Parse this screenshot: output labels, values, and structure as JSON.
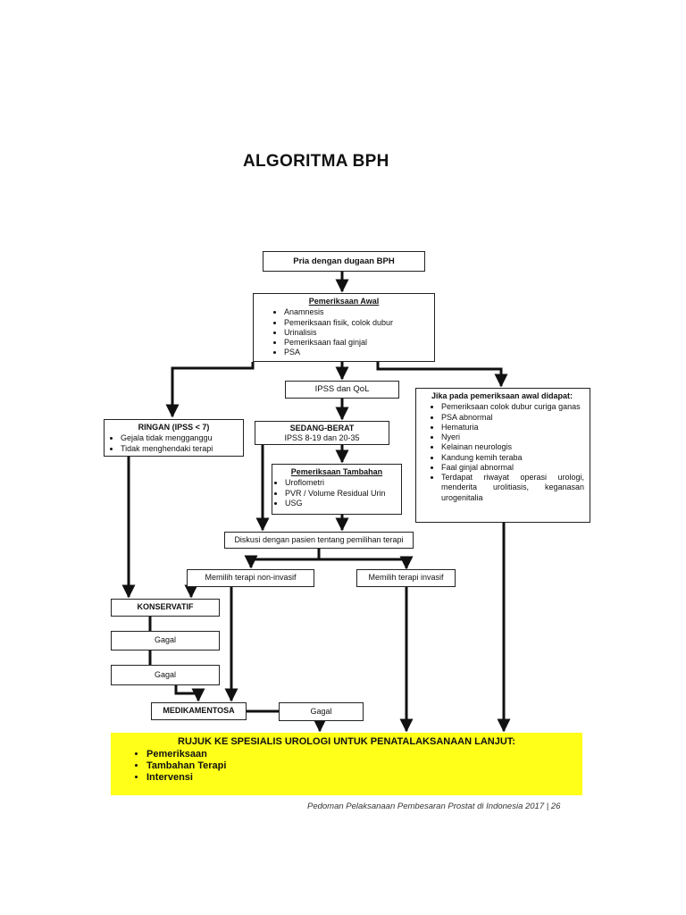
{
  "title": "ALGORITMA BPH",
  "nodes": {
    "start": "Pria dengan dugaan BPH",
    "initial_exam": {
      "title": "Pemeriksaan Awal",
      "items": [
        "Anamnesis",
        "Pemeriksaan fisik, colok dubur",
        "Urinalisis",
        "Pemeriksaan faal ginjal",
        "PSA"
      ]
    },
    "ipss": "IPSS dan QoL",
    "mild": {
      "title": "RINGAN (IPSS < 7)",
      "items": [
        "Gejala tidak mengganggu",
        "Tidak menghendaki terapi"
      ]
    },
    "moderate": {
      "title": "SEDANG-BERAT",
      "subtitle": "IPSS 8-19 dan 20-35"
    },
    "additional_exam": {
      "title": "Pemeriksaan Tambahan",
      "items": [
        "Uroflometri",
        "PVR / Volume Residual Urin",
        "USG"
      ]
    },
    "abnormal": {
      "title": "Jika pada pemeriksaan awal didapat:",
      "items": [
        "Pemeriksaan colok dubur curiga ganas",
        "PSA abnormal",
        "Hematuria",
        "Nyeri",
        "Kelainan neurologis",
        "Kandung kemih teraba",
        "Faal ginjal abnormal",
        "Terdapat riwayat operasi urologi, menderita urolitiasis, keganasan urogenitalia"
      ]
    },
    "discussion": "Diskusi dengan pasien tentang pemilihan terapi",
    "noninvasive": "Memilih terapi non-invasif",
    "invasive": "Memilih terapi invasif",
    "conservative": "KONSERVATIF",
    "fail1": "Gagal",
    "fail2": "Gagal",
    "medication": "MEDIKAMENTOSA",
    "fail3": "Gagal"
  },
  "referral": {
    "title": "RUJUK KE SPESIALIS UROLOGI UNTUK PENATALAKSANAAN LANJUT:",
    "items": [
      "Pemeriksaan",
      "Tambahan Terapi",
      "Intervensi"
    ],
    "background": "#ffff1a"
  },
  "footer": "Pedoman Pelaksanaan Pembesaran Prostat di Indonesia 2017 | 26"
}
